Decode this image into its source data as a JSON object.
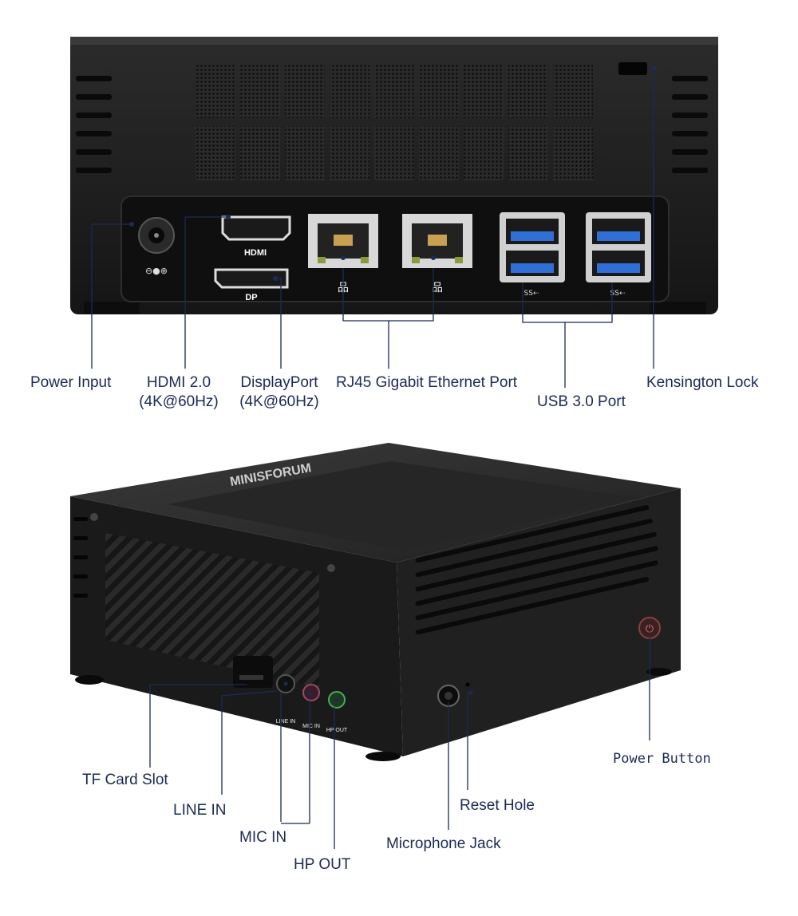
{
  "rear_view": {
    "port_markings": {
      "hdmi": "HDMI",
      "dp": "DP"
    },
    "labels": {
      "power_input": "Power Input",
      "hdmi_line1": "HDMI 2.0",
      "hdmi_line2": "(4K@60Hz)",
      "displayport_line1": "DisplayPort",
      "displayport_line2": "(4K@60Hz)",
      "rj45": "RJ45 Gigabit Ethernet Port",
      "usb": "USB 3.0 Port",
      "kensington": "Kensington Lock"
    }
  },
  "front_view": {
    "brand": "MINISFORUM",
    "port_markings": {
      "line_in": "LINE IN",
      "mic_in": "MIC IN",
      "hp_out": "HP OUT"
    },
    "labels": {
      "tf_card": "TF Card Slot",
      "line_in": "LINE IN",
      "mic_in": "MIC IN",
      "hp_out": "HP OUT",
      "reset_hole": "Reset Hole",
      "microphone_jack": "Microphone Jack",
      "power_button": "Power Button"
    }
  },
  "colors": {
    "label_text": "#1c2a55",
    "leader_line": "#1c2a55",
    "usb_blue": "#2f6fd6",
    "body": "#1b1b1b"
  }
}
